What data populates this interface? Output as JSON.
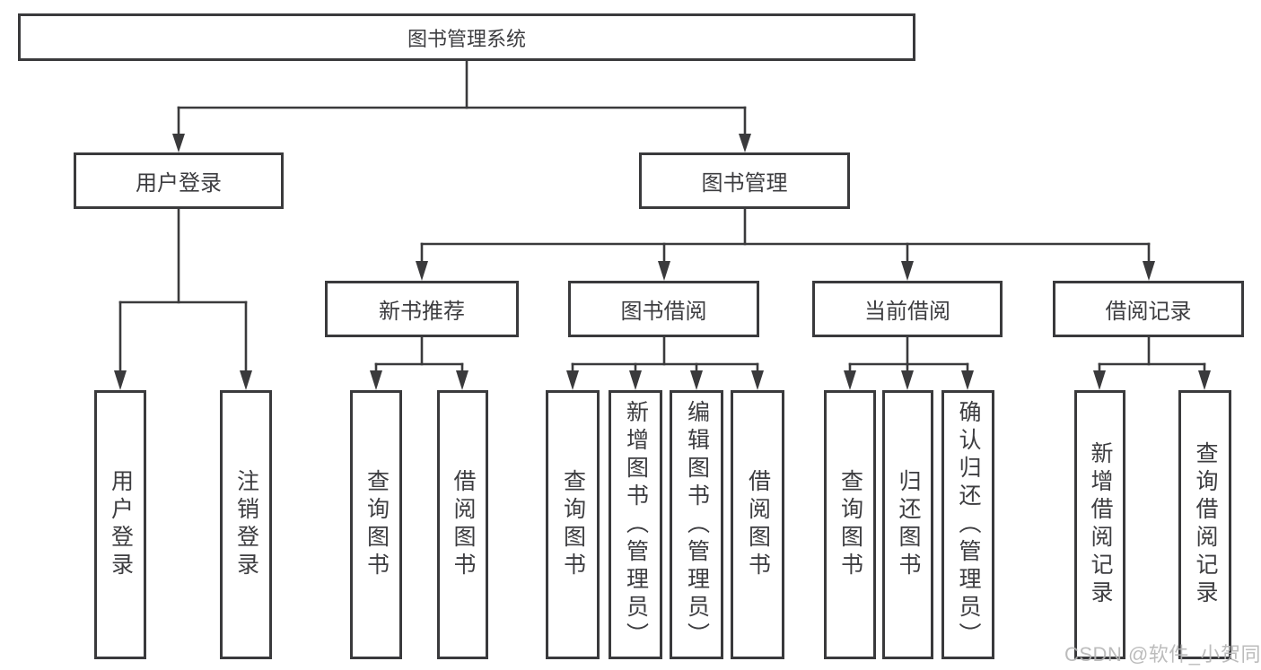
{
  "diagram": {
    "root": {
      "label": "图书管理系统"
    },
    "level2": [
      {
        "label": "用户登录",
        "children": [
          "用户登录",
          "注销登录"
        ]
      },
      {
        "label": "图书管理"
      }
    ],
    "level3": [
      {
        "label": "新书推荐",
        "children": [
          "查询图书",
          "借阅图书"
        ]
      },
      {
        "label": "图书借阅",
        "children": [
          "查询图书",
          "新增图书（管理员）",
          "编辑图书（管理员）",
          "借阅图书"
        ]
      },
      {
        "label": "当前借阅",
        "children": [
          "查询图书",
          "归还图书",
          "确认归还（管理员）"
        ]
      },
      {
        "label": "借阅记录",
        "children": [
          "新增借阅记录",
          "查询借阅记录"
        ]
      }
    ]
  },
  "watermark": "CSDN @软件_小贺同学",
  "colors": {
    "line": "#3a3a3c",
    "text": "#3d3d40",
    "watermark": "#b5b5b5",
    "background": "#ffffff"
  }
}
